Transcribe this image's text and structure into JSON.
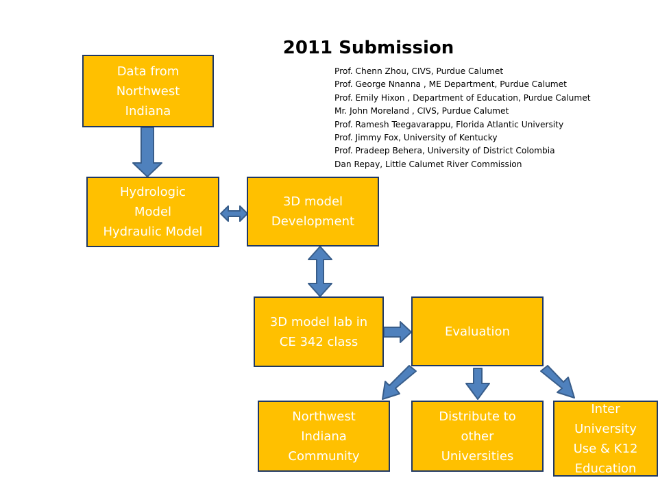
{
  "title": "2011 Submission",
  "credits": [
    "Prof. Chenn Zhou, CIVS, Purdue Calumet",
    "Prof. George Nnanna , ME Department, Purdue Calumet",
    "Prof. Emily Hixon , Department of Education, Purdue Calumet",
    "Mr. John Moreland , CIVS, Purdue Calumet",
    "Prof. Ramesh Teegavarappu, Florida Atlantic University",
    "Prof. Jimmy Fox, University of Kentucky",
    "Prof. Pradeep Behera, University of District Colombia",
    "Dan Repay, Little Calumet River Commission"
  ],
  "nodes": {
    "data_source": "Data from\nNorthwest\nIndiana",
    "hydro_model": "Hydrologic\nModel\nHydraulic Model",
    "model_dev": "3D model\nDevelopment",
    "model_lab": "3D model lab in\nCE 342 class",
    "evaluation": "Evaluation",
    "community": "Northwest\nIndiana\nCommunity",
    "universities": "Distribute to\nother\nUniversities",
    "inter_univ": "Inter\nUniversity\nUse & K12\nEducation"
  },
  "colors": {
    "box_fill": "#ffc000",
    "box_border": "#1f3864",
    "box_text": "#ffffff",
    "arrow_fill": "#4f81bd",
    "arrow_stroke": "#385d8a"
  }
}
